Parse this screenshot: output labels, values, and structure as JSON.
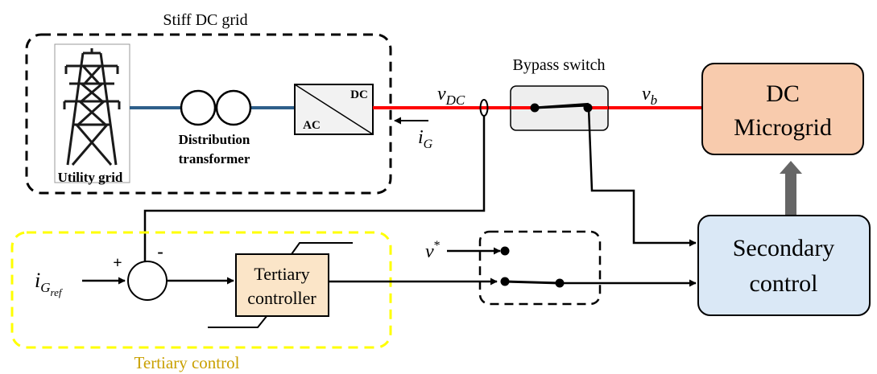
{
  "grid": {
    "title": "Stiff DC grid",
    "utility_label": "Utility grid",
    "transformer_label_1": "Distribution",
    "transformer_label_2": "transformer",
    "converter_dc": "DC",
    "converter_ac": "AC"
  },
  "signals": {
    "v_dc": "v",
    "v_dc_sub": "DC",
    "i_g": "i",
    "i_g_sub": "G",
    "v_b": "v",
    "v_b_sub": "b",
    "v_star": "v",
    "v_star_sup": "*",
    "i_ref": "i",
    "i_ref_sub": "G",
    "i_ref_subsub": "ref",
    "plus": "+",
    "minus": "-"
  },
  "bypass": {
    "label": "Bypass switch"
  },
  "microgrid": {
    "line1": "DC",
    "line2": "Microgrid"
  },
  "secondary": {
    "line1": "Secondary",
    "line2": "control"
  },
  "tertiary": {
    "controller_line1": "Tertiary",
    "controller_line2": "controller",
    "group_label": "Tertiary control"
  },
  "colors": {
    "dc_line": "#ff0000",
    "ac_line": "#2e5f8a",
    "microgrid_fill": "#f8cbad",
    "secondary_fill": "#dae8f6",
    "controller_fill": "#fbe5c8",
    "tertiary_border": "#ffff00",
    "tertiary_label": "#c9a000",
    "switch_fill": "#eeeeee",
    "arrow_fill": "#666666"
  }
}
